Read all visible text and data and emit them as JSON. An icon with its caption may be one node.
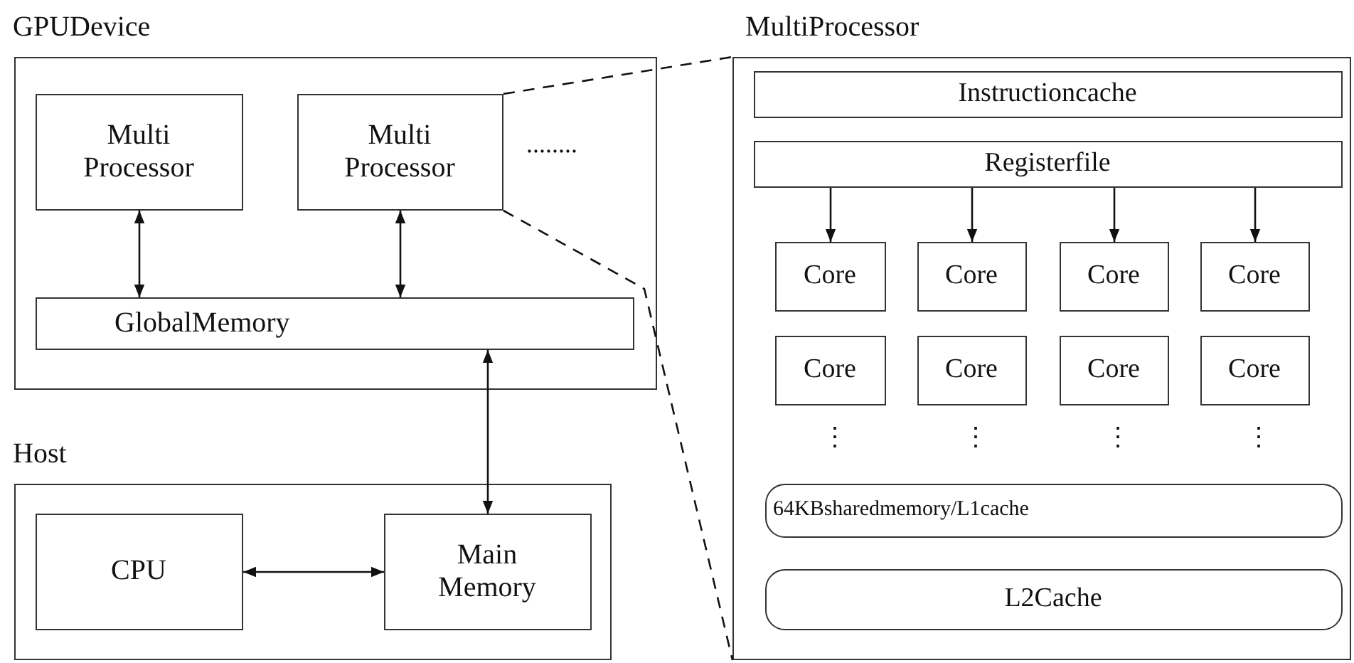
{
  "diagram": {
    "nodes": [
      {
        "text": [
          "GPUDevice"
        ]
      },
      {
        "text": [
          "Multi Processor"
        ],
        "in": 0
      },
      {
        "text": [
          "Multi Processor"
        ],
        "in": 0
      },
      {
        "text": [
          "GlobalMemory"
        ],
        "in": 0
      },
      {
        "text": [
          "Host"
        ]
      },
      {
        "text": [
          "CPU"
        ],
        "in": 4
      },
      {
        "text": [
          "Main Memory"
        ],
        "in": 4
      },
      {
        "text": [
          "MultiProcessor"
        ]
      },
      {
        "text": [
          "Instructioncache"
        ],
        "in": 7
      },
      {
        "text": [
          "Registerfile"
        ],
        "in": 7
      },
      {
        "text": [
          "Core"
        ],
        "in": 7
      },
      {
        "text": [
          "Core"
        ],
        "in": 7
      },
      {
        "text": [
          "Core"
        ],
        "in": 7
      },
      {
        "text": [
          "Core"
        ],
        "in": 7
      },
      {
        "text": [
          "Core"
        ],
        "in": 7
      },
      {
        "text": [
          "Core"
        ],
        "in": 7
      },
      {
        "text": [
          "Core"
        ],
        "in": 7
      },
      {
        "text": [
          "Core"
        ],
        "in": 7
      },
      {
        "text": [
          "64KBsharedmemory/L1cache"
        ],
        "in": 7
      },
      {
        "text": [
          "L2Cache"
        ],
        "in": 7
      }
    ],
    "edges": [
      {
        "from": 1,
        "to": 3,
        "arrow": "both"
      },
      {
        "from": 2,
        "to": 3,
        "arrow": "both"
      },
      {
        "from": 3,
        "to": 6,
        "arrow": "both"
      },
      {
        "from": 5,
        "to": 6,
        "arrow": "both"
      },
      {
        "from": 9,
        "to": 10,
        "arrow": "to"
      },
      {
        "from": 9,
        "to": 11,
        "arrow": "to"
      },
      {
        "from": 9,
        "to": 12,
        "arrow": "to"
      },
      {
        "from": 9,
        "to": 13,
        "arrow": "to"
      },
      {
        "from": 2,
        "to": 7,
        "arrow": "none",
        "style": "dashed"
      },
      {
        "from": 2,
        "to": 7,
        "arrow": "none",
        "style": "dashed"
      }
    ],
    "labels": [
      "........",
      "⋮",
      "⋮",
      "⋮",
      "⋮"
    ]
  }
}
